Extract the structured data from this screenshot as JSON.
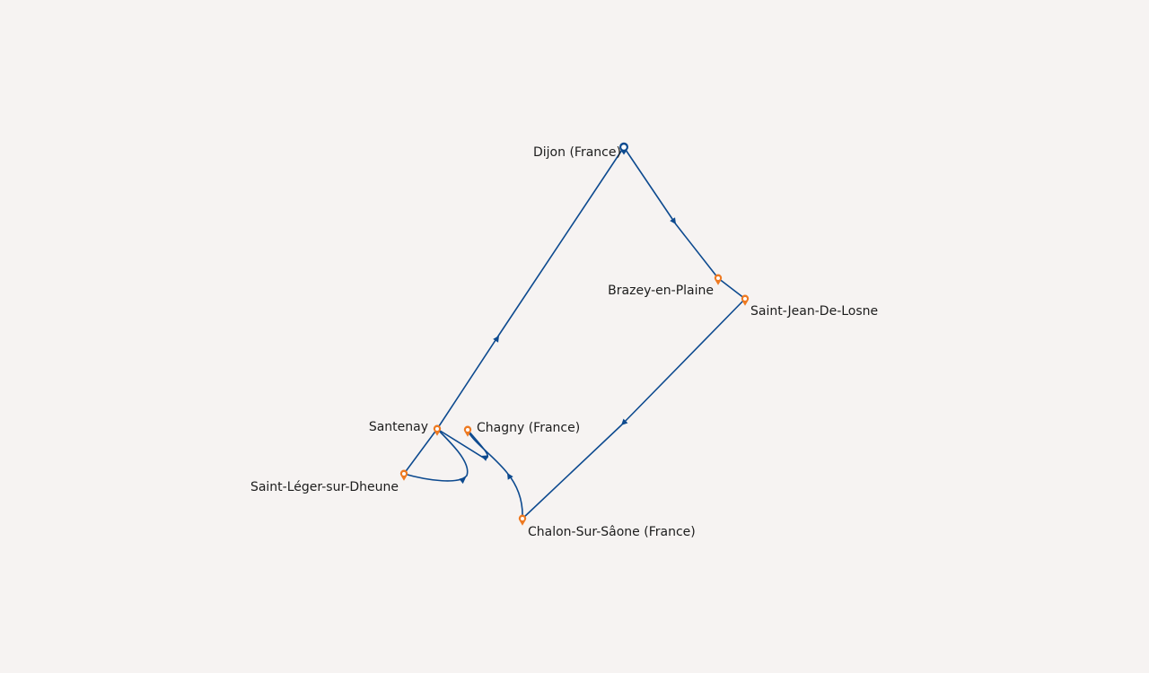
{
  "map": {
    "colors": {
      "background": "#f6f3f2",
      "route": "#0d4a8f",
      "stop_marker": "#ee7a22",
      "start_marker": "#0d4a8f",
      "label": "#1c1c1c"
    },
    "route_direction": "arrows-along-path",
    "start_stop": "dijon",
    "stops": [
      {
        "id": "dijon",
        "name": "Dijon (France)",
        "icon": "start-pin-icon"
      },
      {
        "id": "brazey",
        "name": "Brazey-en-Plaine",
        "icon": "map-pin-icon"
      },
      {
        "id": "saint-jean",
        "name": "Saint-Jean-De-Losne",
        "icon": "map-pin-icon"
      },
      {
        "id": "chalon",
        "name": "Chalon-Sur-Sâone (France)",
        "icon": "map-pin-icon"
      },
      {
        "id": "chagny",
        "name": "Chagny (France)",
        "icon": "map-pin-icon"
      },
      {
        "id": "santenay",
        "name": "Santenay",
        "icon": "map-pin-icon"
      },
      {
        "id": "saint-leger",
        "name": "Saint-Léger-sur-Dheune",
        "icon": "map-pin-icon"
      }
    ],
    "legs": [
      {
        "from": "dijon",
        "to": "brazey"
      },
      {
        "from": "brazey",
        "to": "saint-jean"
      },
      {
        "from": "saint-jean",
        "to": "chalon"
      },
      {
        "from": "chalon",
        "to": "chagny"
      },
      {
        "from": "chagny",
        "to": "santenay"
      },
      {
        "from": "santenay",
        "to": "saint-leger"
      },
      {
        "from": "saint-leger",
        "to": "santenay"
      },
      {
        "from": "santenay",
        "to": "dijon"
      }
    ]
  }
}
